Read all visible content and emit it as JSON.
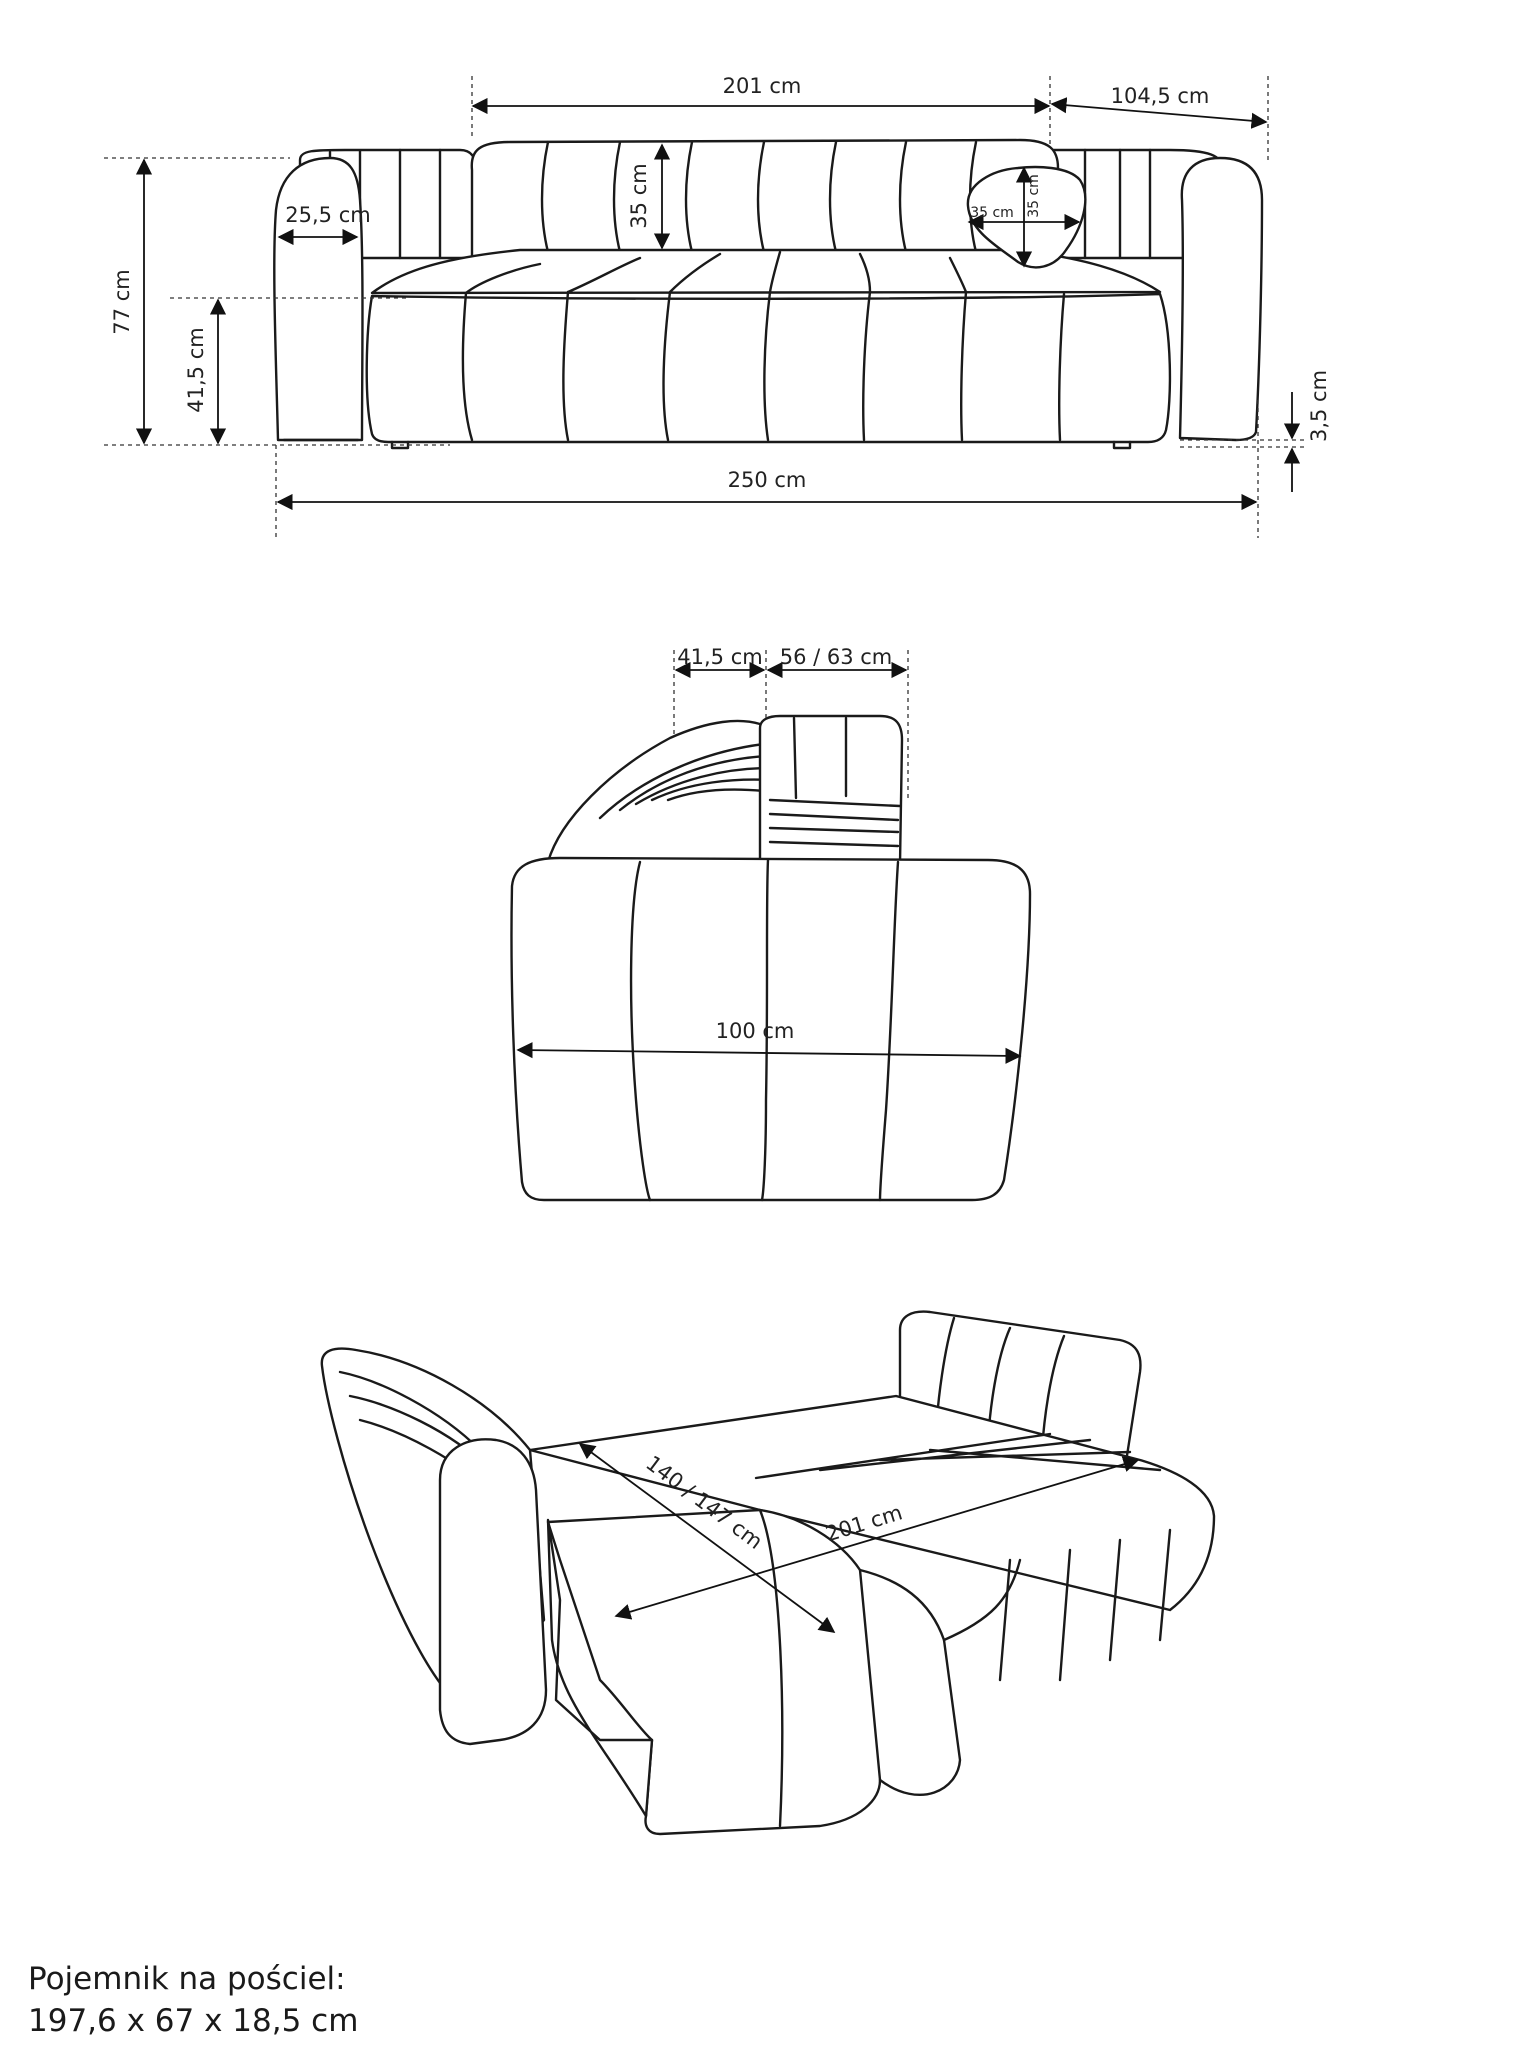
{
  "dimensions": {
    "seat_width": "201 cm",
    "cushion_depth_top": "104,5 cm",
    "arm_width": "25,5 cm",
    "back_cushion_height": "35 cm",
    "pillow_width": "35 cm",
    "pillow_height": "35 cm",
    "total_height": "77 cm",
    "seat_height": "41,5 cm",
    "leg_height": "3,5 cm",
    "total_width": "250 cm",
    "arm_depth": "41,5 cm",
    "seat_depth": "56 / 63 cm",
    "depth": "100 cm",
    "bed_length": "140 / 147 cm",
    "bed_width": "201 cm"
  },
  "caption": {
    "line1": "Pojemnik na pościel:",
    "line2": "197,6 x 67 x 18,5 cm"
  }
}
